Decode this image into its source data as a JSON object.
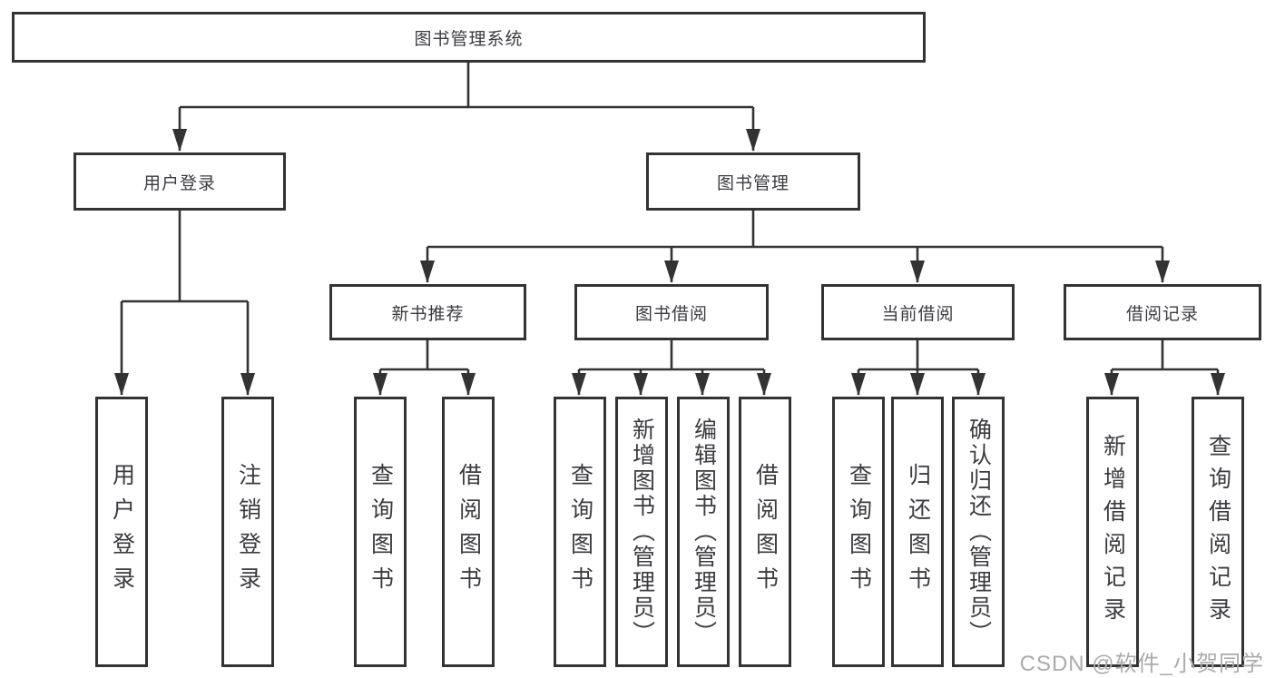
{
  "diagram": {
    "tree": {
      "label": "图书管理系统",
      "children": [
        {
          "label": "用户登录",
          "children": [
            {
              "label": "用户登录"
            },
            {
              "label": "注销登录"
            }
          ]
        },
        {
          "label": "图书管理",
          "children": [
            {
              "label": "新书推荐",
              "children": [
                {
                  "label": "查询图书"
                },
                {
                  "label": "借阅图书"
                }
              ]
            },
            {
              "label": "图书借阅",
              "children": [
                {
                  "label": "查询图书"
                },
                {
                  "label": "新增图书（管理员）"
                },
                {
                  "label": "编辑图书（管理员）"
                },
                {
                  "label": "借阅图书"
                }
              ]
            },
            {
              "label": "当前借阅",
              "children": [
                {
                  "label": "查询图书"
                },
                {
                  "label": "归还图书"
                },
                {
                  "label": "确认归还（管理员）"
                }
              ]
            },
            {
              "label": "借阅记录",
              "children": [
                {
                  "label": "新增借阅记录"
                },
                {
                  "label": "查询借阅记录"
                }
              ]
            }
          ]
        }
      ]
    }
  },
  "watermark": {
    "text": "CSDN @软件_小贺同学"
  },
  "colors": {
    "line": "#333333",
    "text": "#3b3b40",
    "watermark": "#ababab",
    "background": "#ffffff"
  }
}
